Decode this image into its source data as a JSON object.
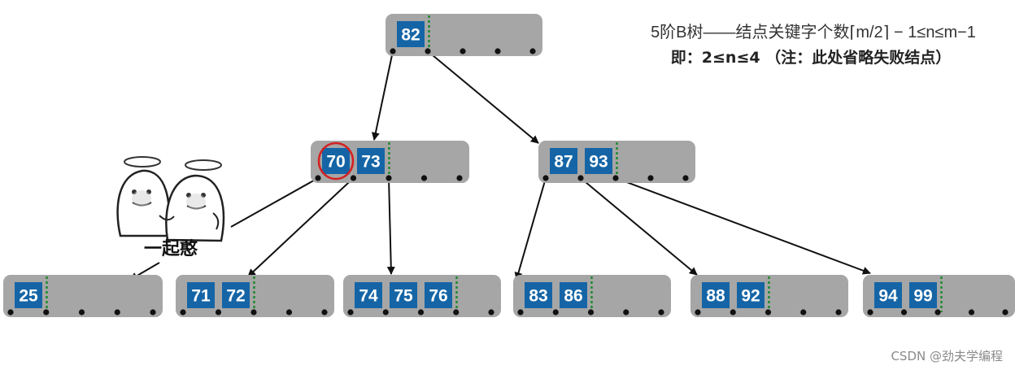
{
  "header": {
    "title": "5阶B树——结点关键字个数⌈m/2⌉ − 1≤n≤m−1",
    "subtitle": "即：2≤n≤4 （注：此处省略失败结点）"
  },
  "tree": {
    "nodes": [
      {
        "id": "root",
        "keys": [
          "82"
        ]
      },
      {
        "id": "l1-left",
        "keys": [
          "70",
          "73"
        ]
      },
      {
        "id": "l1-right",
        "keys": [
          "87",
          "93"
        ]
      },
      {
        "id": "leaf-1",
        "keys": [
          "25"
        ]
      },
      {
        "id": "leaf-2",
        "keys": [
          "71",
          "72"
        ]
      },
      {
        "id": "leaf-3",
        "keys": [
          "74",
          "75",
          "76"
        ]
      },
      {
        "id": "leaf-4",
        "keys": [
          "83",
          "86"
        ]
      },
      {
        "id": "leaf-5",
        "keys": [
          "88",
          "92"
        ]
      },
      {
        "id": "leaf-6",
        "keys": [
          "94",
          "99"
        ]
      }
    ],
    "highlighted_key": "70",
    "highlight_color": "#d42020",
    "key_color": "#1565a6",
    "node_color": "#a6a6a6",
    "divider_color": "#1f8a2e"
  },
  "meme": {
    "caption": "一起憨",
    "icon": "two-cartoon-angels-icon"
  },
  "watermark": "CSDN @劲夫学编程"
}
